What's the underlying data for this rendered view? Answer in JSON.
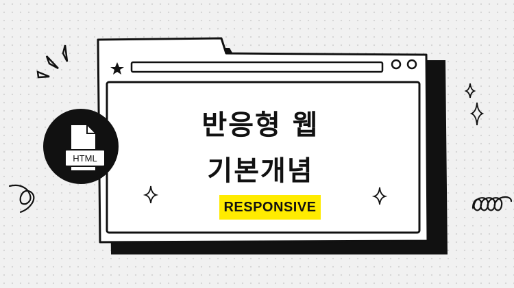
{
  "title": {
    "line1": "반응형 웹",
    "line2": "기본개념"
  },
  "badge": {
    "label": "RESPONSIVE",
    "color": "#ffeb00"
  },
  "file_icon": {
    "label": "HTML"
  },
  "icons": [
    "star-icon",
    "window-control-icons",
    "file-icon",
    "sparkle-icon",
    "squiggle-icon",
    "coil-icon",
    "burst-lines-icon"
  ]
}
